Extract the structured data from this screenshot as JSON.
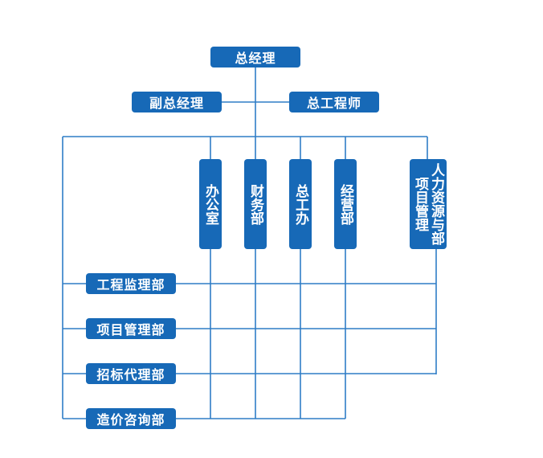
{
  "top": {
    "gm": "总经理",
    "deputy": "副总经理",
    "chief_engineer": "总工程师"
  },
  "departments": [
    "办公室",
    "财务部",
    "总工办",
    "经营部"
  ],
  "hr_department": {
    "line1": "项目管理",
    "line2": "人力资源与部"
  },
  "project_depts": [
    "工程监理部",
    "项目管理部",
    "招标代理部",
    "造价咨询部"
  ],
  "colors": {
    "box": "#1769b7",
    "line": "#2f7dc6",
    "text": "#ffffff"
  }
}
